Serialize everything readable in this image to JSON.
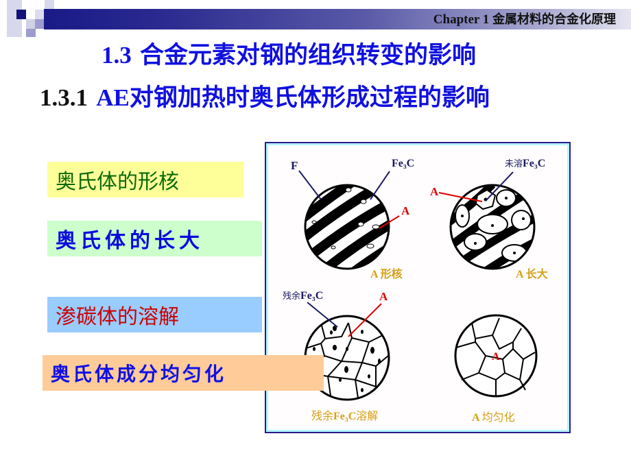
{
  "header": {
    "chapter_label": "Chapter 1",
    "chapter_title": "金属材料的合金化原理",
    "bar_colors": [
      "#1a1a88",
      "#e6e6f2"
    ]
  },
  "titles": {
    "section_number": "1.3",
    "section_title": "合金元素对钢的组织转变的影响",
    "subsection_number": "1.3.1",
    "subsection_ae": "AE",
    "subsection_title": "对钢加热时奥氏体形成过程的影响"
  },
  "stages": [
    {
      "label": "奥氏体的形核",
      "bg": "#ffff99",
      "color": "#0a6a0a"
    },
    {
      "label": "奥氏体的长大",
      "bg": "#ccffcc",
      "color": "#0a0ae0"
    },
    {
      "label": "渗碳体的溶解",
      "bg": "#99ccff",
      "color": "#cc0000"
    },
    {
      "label": "奥氏体成分均匀化",
      "bg": "#ffcc99",
      "color": "#1010e8"
    }
  ],
  "figure": {
    "panels": [
      {
        "caption": "A 形核",
        "labels": [
          "F",
          "Fe3C",
          "A"
        ]
      },
      {
        "caption": "A 长大",
        "labels": [
          "未溶Fe3C",
          "A"
        ]
      },
      {
        "caption": "残余Fe3C溶解",
        "labels": [
          "残余Fe3C",
          "A"
        ]
      },
      {
        "caption": "A 均匀化",
        "labels": [
          "A"
        ]
      }
    ],
    "caption_color": "#d4a017",
    "label_color_dark": "#1a1a60",
    "label_color_red": "#dd0000"
  }
}
